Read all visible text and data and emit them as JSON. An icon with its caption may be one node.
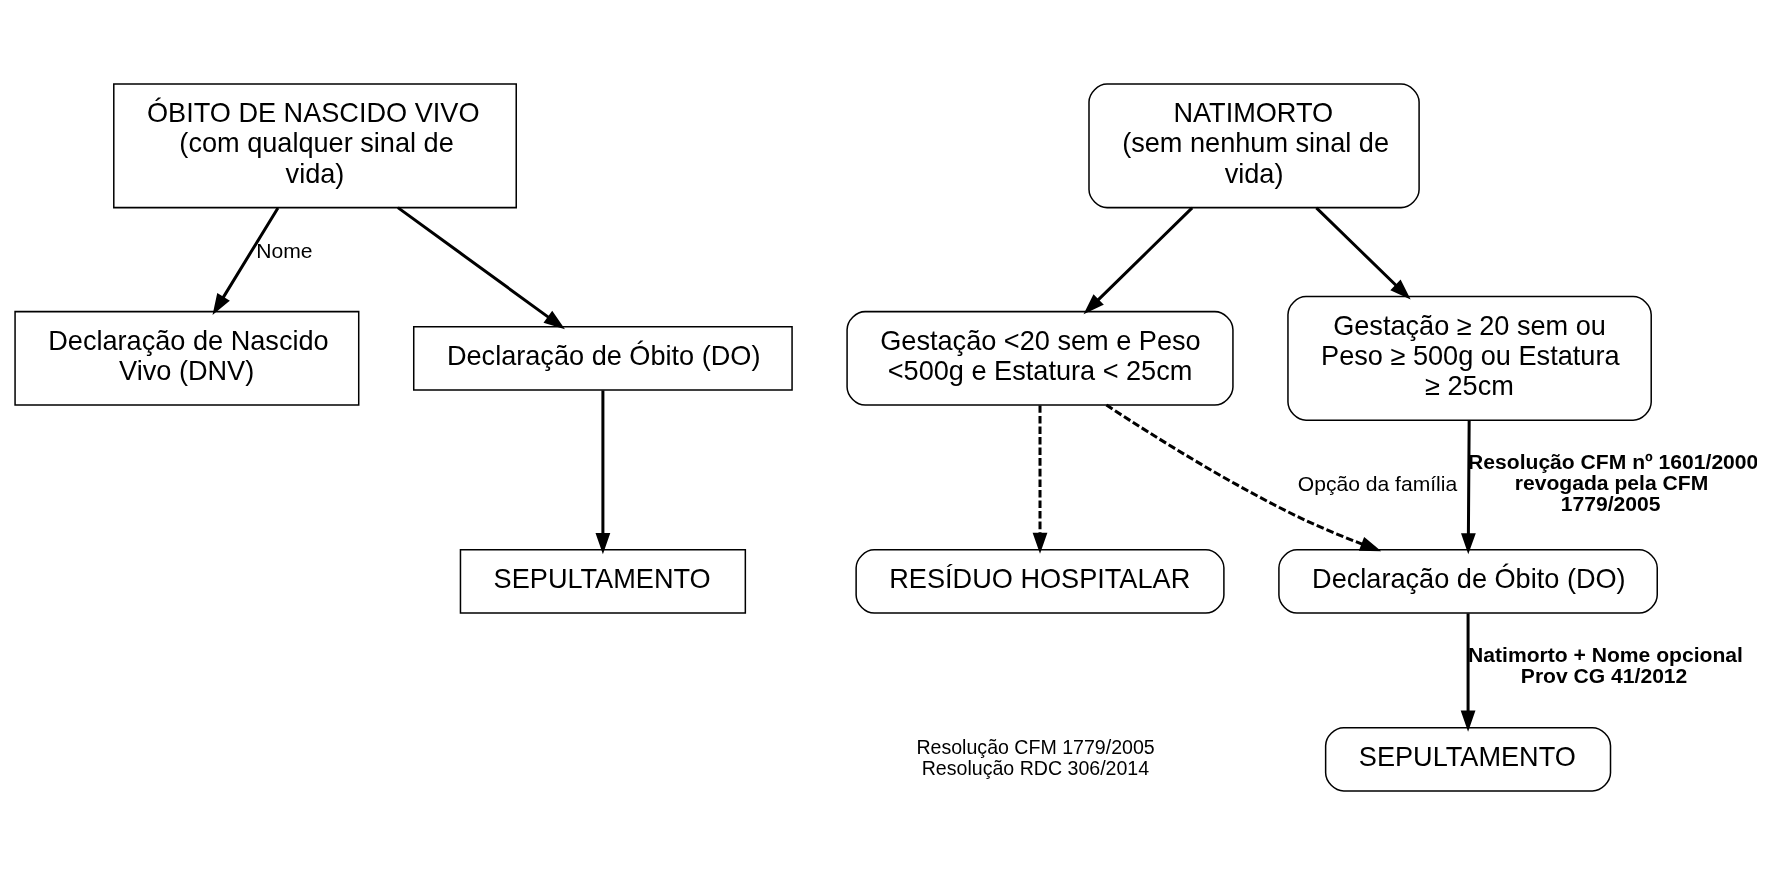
{
  "diagram": {
    "nodes": [
      {
        "text": [
          "ÓBITO DE NASCIDO VIVO",
          "(com qualquer sinal de vida)"
        ]
      },
      {
        "text": [
          "Declaração de Nascido Vivo (DNV)"
        ]
      },
      {
        "text": [
          "Declaração de Óbito (DO)"
        ]
      },
      {
        "text": [
          "SEPULTAMENTO"
        ]
      },
      {
        "text": [
          "NATIMORTO",
          "(sem nenhum sinal de vida)"
        ]
      },
      {
        "text": [
          "Gestação <20 sem e Peso <500g e Estatura < 25cm"
        ]
      },
      {
        "text": [
          "Gestação ≥ 20 sem ou Peso ≥ 500g ou Estatura ≥ 25cm"
        ]
      },
      {
        "text": [
          "Declaração de Óbito (DO)"
        ]
      },
      {
        "text": [
          "RESÍDUO HOSPITALAR"
        ],
        "beside": [
          "Resolução CFM 1779/2005",
          "Resolução RDC 306/2014"
        ]
      },
      {
        "text": [
          "SEPULTAMENTO"
        ]
      }
    ],
    "edges": [
      {
        "from": 0,
        "to": 1,
        "arrow": "to",
        "label": "Nome"
      },
      {
        "from": 0,
        "to": 2,
        "arrow": "to"
      },
      {
        "from": 2,
        "to": 3,
        "arrow": "to"
      },
      {
        "from": 4,
        "to": 5,
        "arrow": "to"
      },
      {
        "from": 4,
        "to": 6,
        "arrow": "to"
      },
      {
        "from": 6,
        "to": 7,
        "arrow": "to",
        "label": "Resolução CFM nº 1601/2000 revogada pela CFM 1779/2005"
      },
      {
        "from": 5,
        "to": 8,
        "arrow": "to",
        "style": "dashed"
      },
      {
        "from": 5,
        "to": 7,
        "arrow": "to",
        "style": "dashed",
        "label": "Opção da família"
      },
      {
        "from": 7,
        "to": 9,
        "arrow": "to",
        "label": "Natimorto + Nome opcional Prov CG 41/2012"
      }
    ]
  }
}
